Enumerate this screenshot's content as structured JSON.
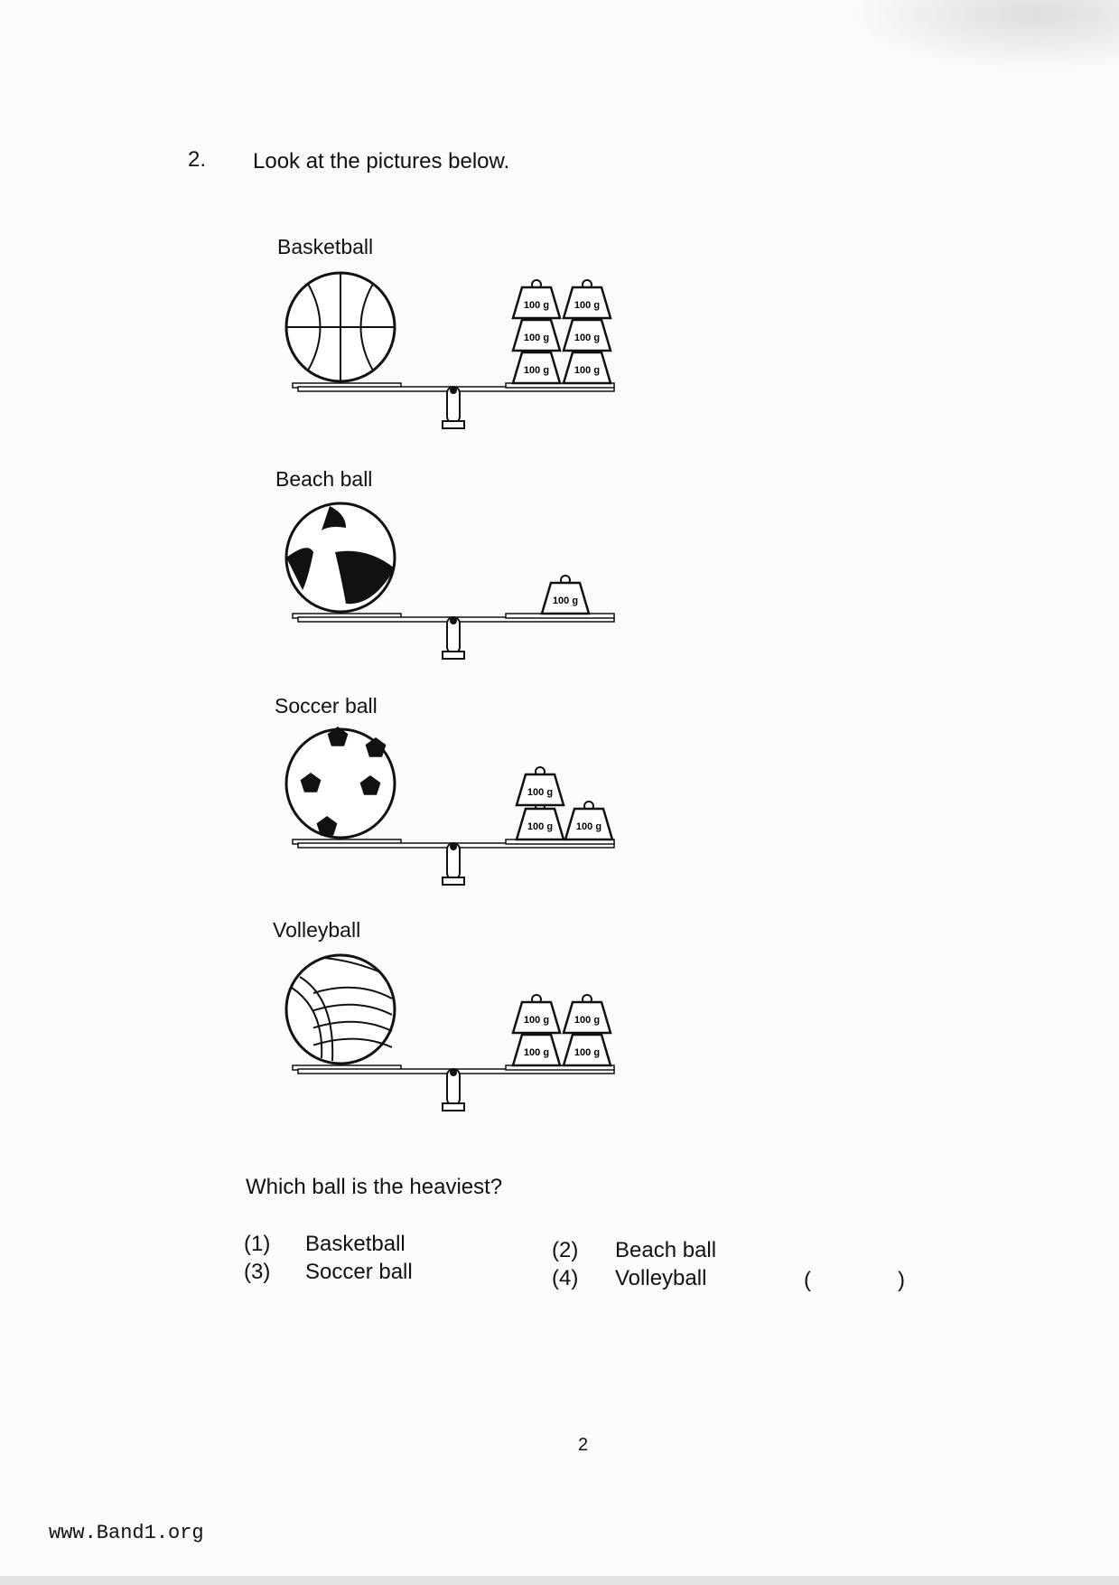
{
  "question": {
    "number": "2.",
    "prompt": "Look at the pictures below.",
    "figures": [
      {
        "label": "Basketball",
        "ball": "basketball",
        "weights": 6
      },
      {
        "label": "Beach ball",
        "ball": "beachball",
        "weights": 1
      },
      {
        "label": "Soccer ball",
        "ball": "soccerball",
        "weights": 3
      },
      {
        "label": "Volleyball",
        "ball": "volleyball",
        "weights": 4
      }
    ],
    "weight_label": "100 g",
    "ask": "Which ball is the heaviest?",
    "options": [
      {
        "num": "(1)",
        "text": "Basketball"
      },
      {
        "num": "(2)",
        "text": "Beach ball"
      },
      {
        "num": "(3)",
        "text": "Soccer ball"
      },
      {
        "num": "(4)",
        "text": "Volleyball"
      }
    ],
    "answer_open": "(",
    "answer_close": ")"
  },
  "page_number": "2",
  "footer": "www.Band1.org"
}
